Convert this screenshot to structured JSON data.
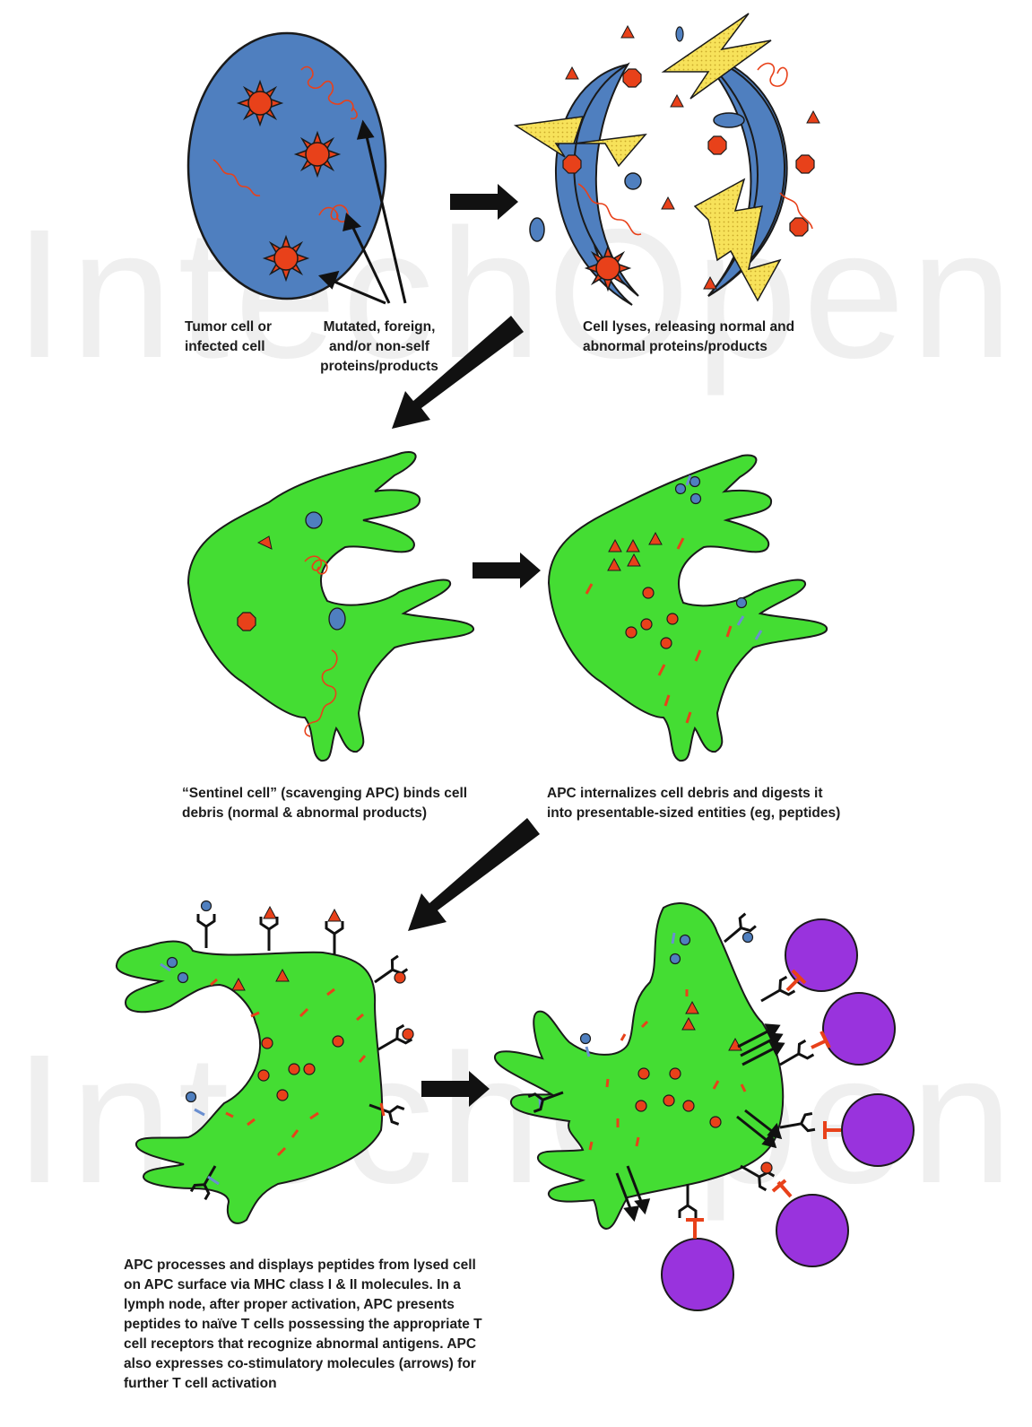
{
  "watermark": "IntechOpen",
  "colors": {
    "tumor_cell": "#4f7fbf",
    "antigen_red": "#e8411a",
    "lightning": "#f7e25a",
    "apc_green": "#44dd33",
    "t_cell": "#9933dd"
  },
  "captions": {
    "tumor_cell": "Tumor cell or\ninfected cell",
    "mutated_products": "Mutated, foreign,\nand/or non-self\nproteins/products",
    "cell_lyses": "Cell lyses, releasing normal and\nabnormal proteins/products",
    "sentinel": "“Sentinel cell” (scavenging APC) binds cell\ndebris (normal & abnormal products)",
    "internalizes": "APC internalizes cell debris and digests it\ninto presentable-sized entities (eg, peptides)",
    "presents": "APC processes and displays peptides from lysed cell\non APC surface via MHC class I & II molecules.  In a\nlymph node,  after proper activation, APC presents\npeptides to naïve T cells possessing the appropriate T\ncell receptors that recognize abnormal  antigens. APC\nalso expresses co-stimulatory molecules (arrows) for\nfurther T cell activation"
  }
}
